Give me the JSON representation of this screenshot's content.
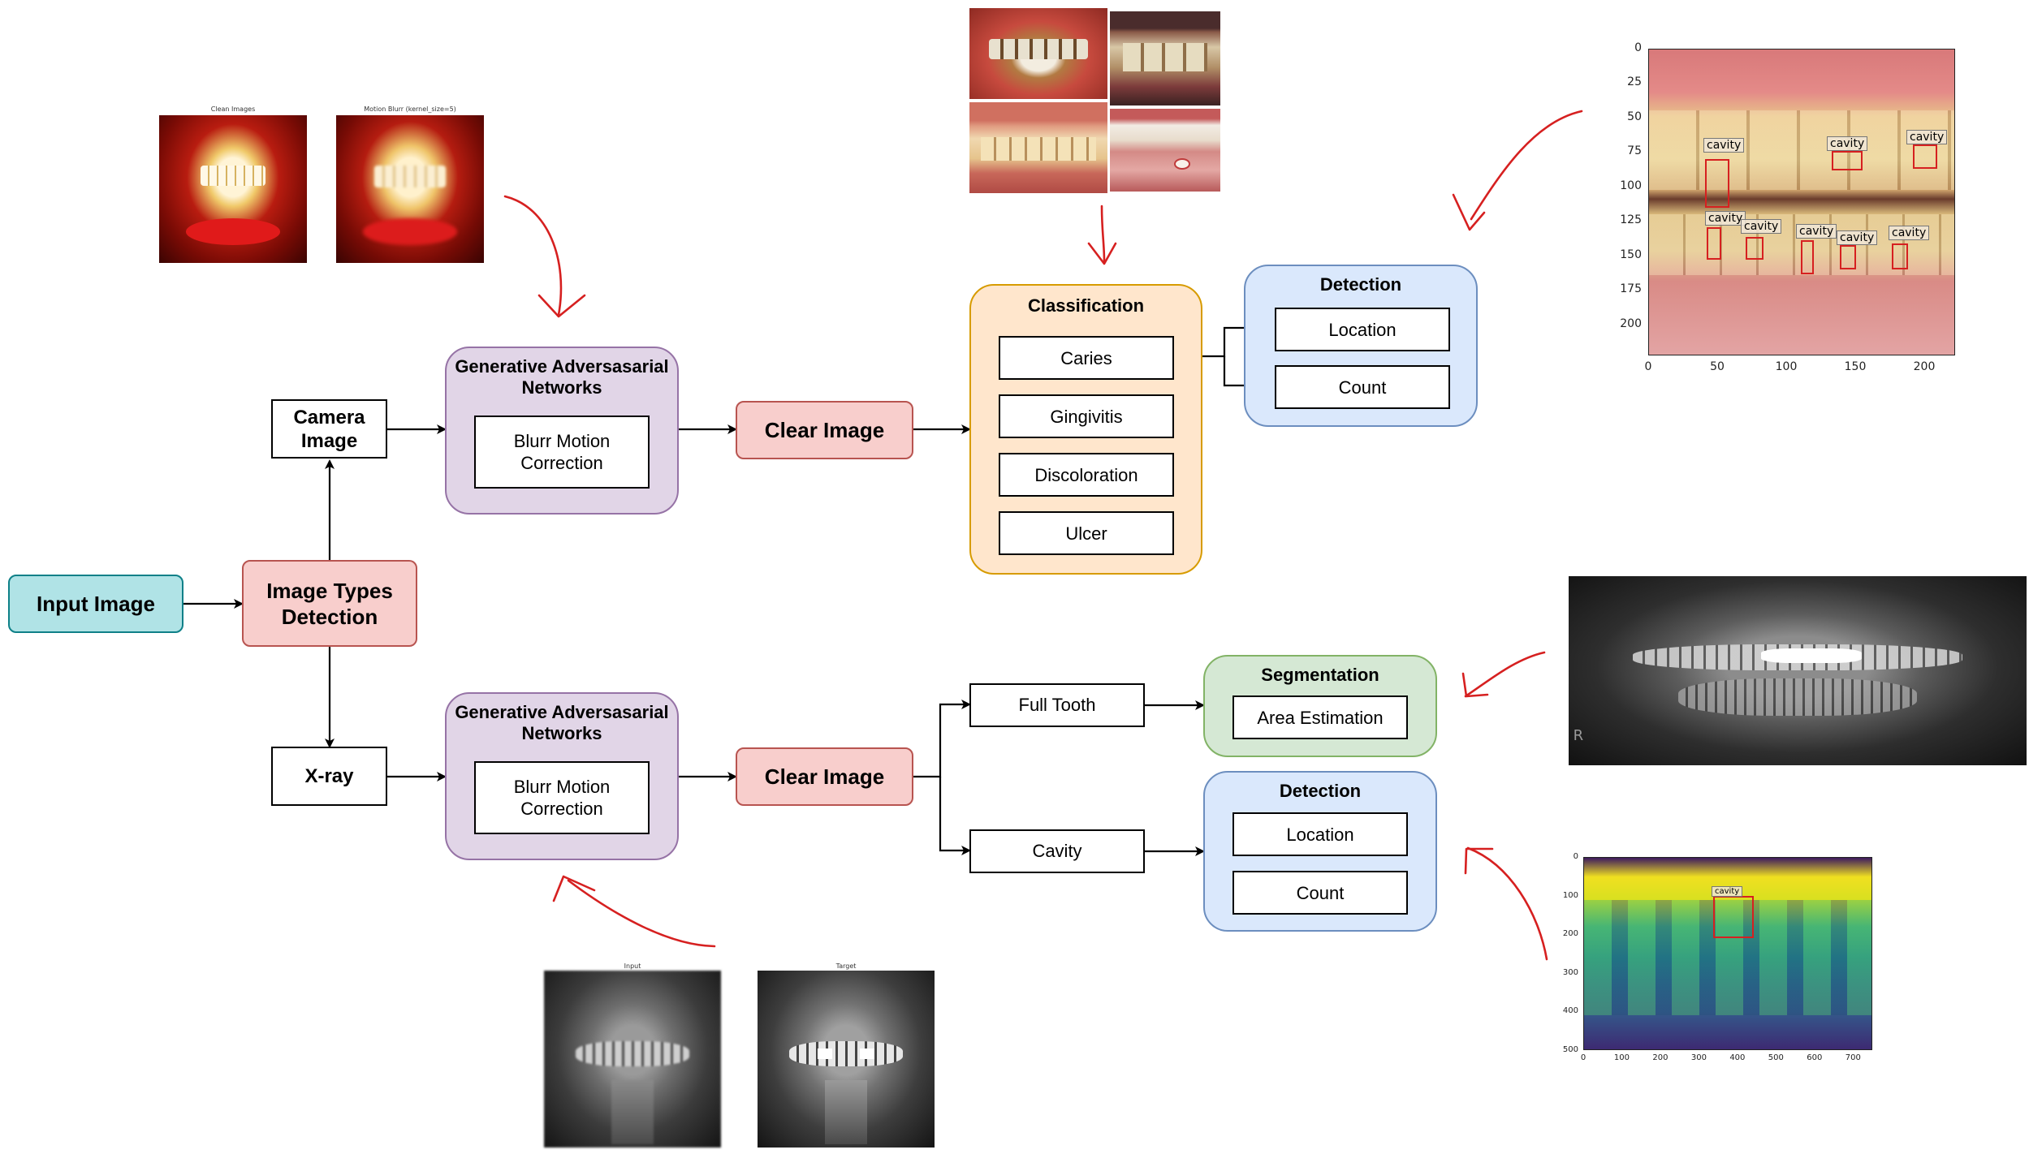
{
  "input": {
    "label": "Input Image"
  },
  "detection_main": {
    "label": "Image Types Detection"
  },
  "camera": {
    "label": "Camera Image"
  },
  "xray": {
    "label": "X-ray"
  },
  "gan_top": {
    "title": "Generative Adversasarial Networks",
    "inner": "Blurr Motion Correction"
  },
  "gan_bottom": {
    "title": "Generative Adversasarial Networks",
    "inner": "Blurr Motion Correction"
  },
  "clear_top": {
    "label": "Clear Image"
  },
  "clear_bottom": {
    "label": "Clear Image"
  },
  "classification": {
    "title": "Classification",
    "items": [
      "Caries",
      "Gingivitis",
      "Discoloration",
      "Ulcer"
    ]
  },
  "detection_top": {
    "title": "Detection",
    "items": [
      "Location",
      "Count"
    ]
  },
  "full_tooth": {
    "label": "Full Tooth"
  },
  "cavity": {
    "label": "Cavity"
  },
  "segmentation": {
    "title": "Segmentation",
    "items": [
      "Area Estimation"
    ]
  },
  "detection_bottom": {
    "title": "Detection",
    "items": [
      "Location",
      "Count"
    ]
  },
  "blur_example": {
    "clean_caption": "Clean Images",
    "blur_caption": "Motion Blurr (kernel_size=5)"
  },
  "xray_example": {
    "left_caption": "Input",
    "right_caption": "Target"
  },
  "photo_plot": {
    "y_ticks": [
      "0",
      "25",
      "50",
      "75",
      "100",
      "125",
      "150",
      "175",
      "200"
    ],
    "x_ticks": [
      "0",
      "50",
      "100",
      "150",
      "200"
    ],
    "box_label": "cavity",
    "box_count": 8
  },
  "heatmap_plot": {
    "y_ticks": [
      "0",
      "100",
      "200",
      "300",
      "400",
      "500"
    ],
    "x_ticks": [
      "0",
      "100",
      "200",
      "300",
      "400",
      "500",
      "600",
      "700"
    ],
    "box_label": "cavity"
  },
  "colors": {
    "cyan_fill": "#b0e3e6",
    "pink_fill": "#f8cecc",
    "purple_fill": "#e1d5e7",
    "orange_fill": "#ffe6cc",
    "blue_fill": "#dae8fc",
    "green_fill": "#d5e8d4",
    "annotation_red": "#d62020"
  }
}
